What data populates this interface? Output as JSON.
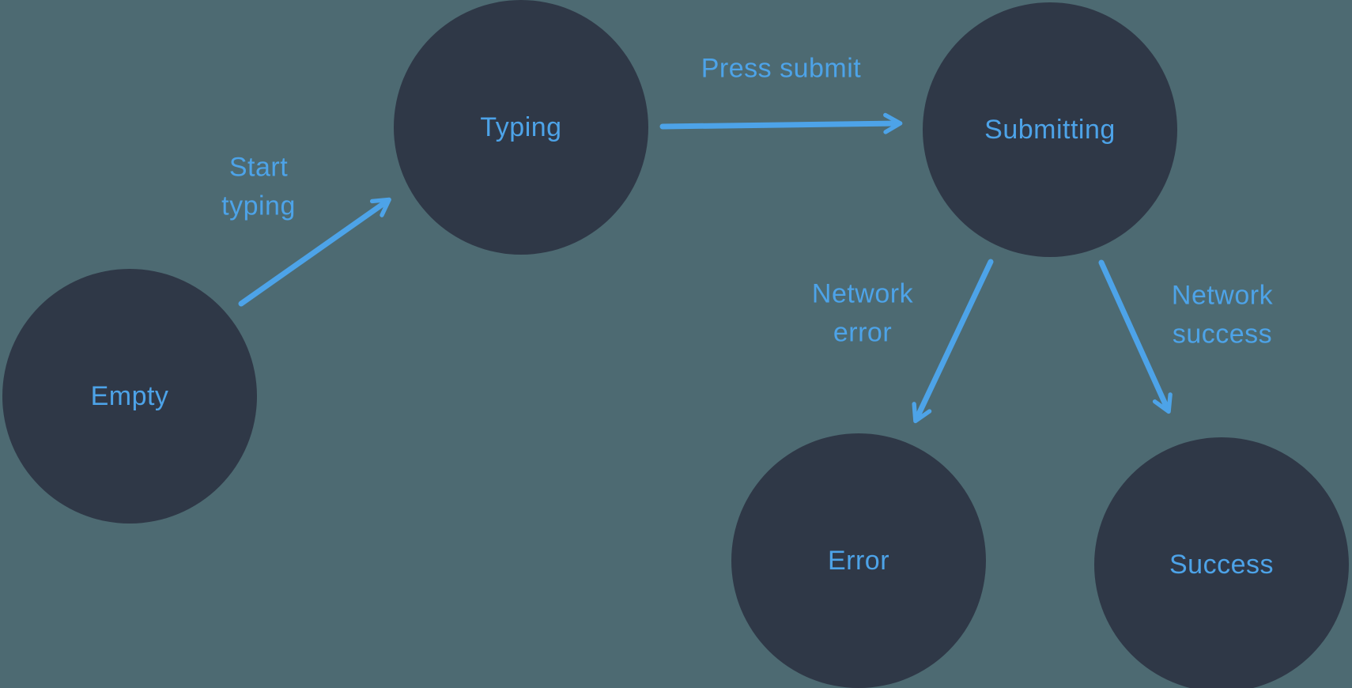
{
  "diagram": {
    "colors": {
      "background": "#4d6a72",
      "node_fill": "#2f3847",
      "accent": "#4da3e8"
    },
    "nodes": [
      {
        "id": "empty",
        "label": "Empty"
      },
      {
        "id": "typing",
        "label": "Typing"
      },
      {
        "id": "submitting",
        "label": "Submitting"
      },
      {
        "id": "error",
        "label": "Error"
      },
      {
        "id": "success",
        "label": "Success"
      }
    ],
    "edges": [
      {
        "id": "start-typing",
        "from": "empty",
        "to": "typing",
        "label": [
          "Start",
          "typing"
        ]
      },
      {
        "id": "press-submit",
        "from": "typing",
        "to": "submitting",
        "label": [
          "Press submit"
        ]
      },
      {
        "id": "network-error",
        "from": "submitting",
        "to": "error",
        "label": [
          "Network",
          "error"
        ]
      },
      {
        "id": "network-success",
        "from": "submitting",
        "to": "success",
        "label": [
          "Network",
          "success"
        ]
      }
    ]
  }
}
